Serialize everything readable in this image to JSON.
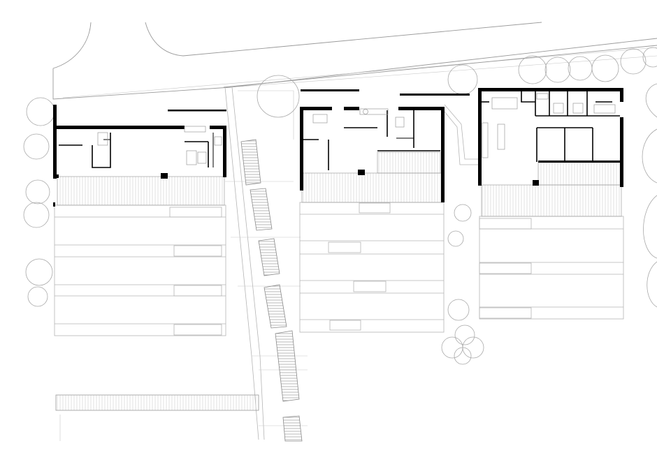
{
  "drawing": {
    "kind": "architectural-site-floor-plan",
    "buildings": [
      {
        "id": "house-left"
      },
      {
        "id": "house-middle"
      },
      {
        "id": "house-right"
      }
    ],
    "colors": {
      "background": "#ffffff",
      "walls": "#000000",
      "context_lines": "#b5b5b5",
      "trees": "#a8a8a8"
    }
  }
}
